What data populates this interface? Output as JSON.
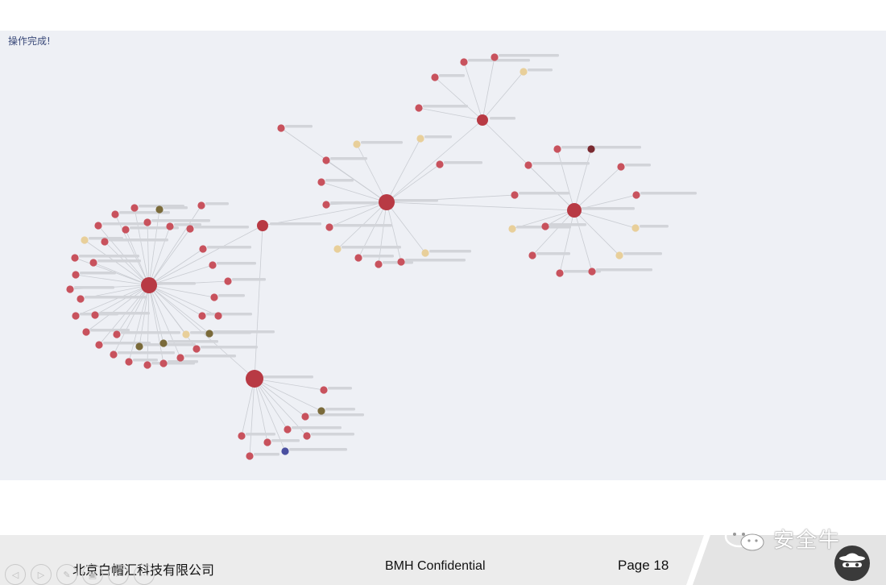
{
  "status_message": "操作完成!",
  "footer": {
    "company": "北京白帽汇科技有限公司",
    "confidential": "BMH Confidential",
    "page": "Page 18"
  },
  "watermark": {
    "text": "安全牛"
  },
  "nav_buttons": [
    "◁",
    "▷",
    "✎",
    "▣",
    "⌕",
    "⋯"
  ],
  "colors": {
    "node_red": "#c8525d",
    "hub": "#b83a44",
    "node_tan": "#e8cf9a",
    "node_olive": "#7a6a3a",
    "node_dark": "#7a2a30",
    "node_blue": "#4a4fa0",
    "edge": "#c9ccd2",
    "panel_bg": "#eef0f5"
  }
}
